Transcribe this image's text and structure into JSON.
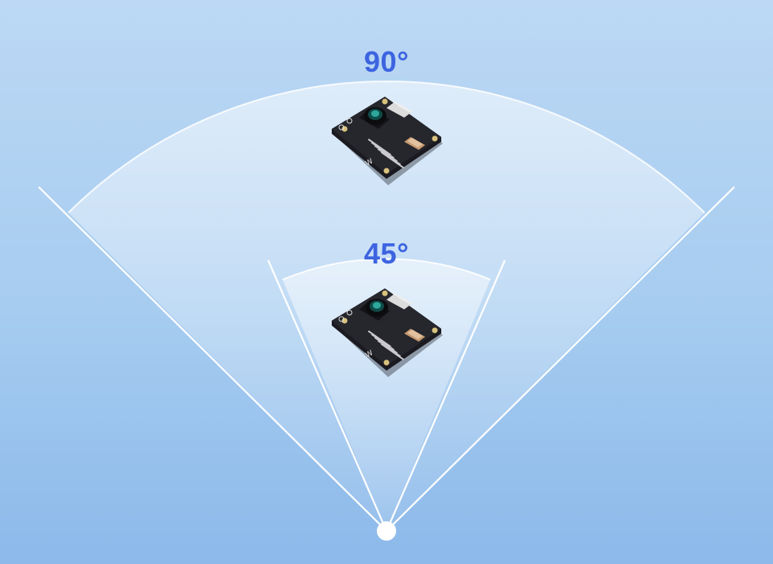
{
  "labels": {
    "wide": "90°",
    "narrow": "45°"
  },
  "colors": {
    "label": "#3d64e0",
    "background_top": "#b7d5f3",
    "background_bottom": "#8fbcec",
    "ray": "#ffffff"
  },
  "icons": [
    "camera-module-image",
    "origin-dot"
  ]
}
